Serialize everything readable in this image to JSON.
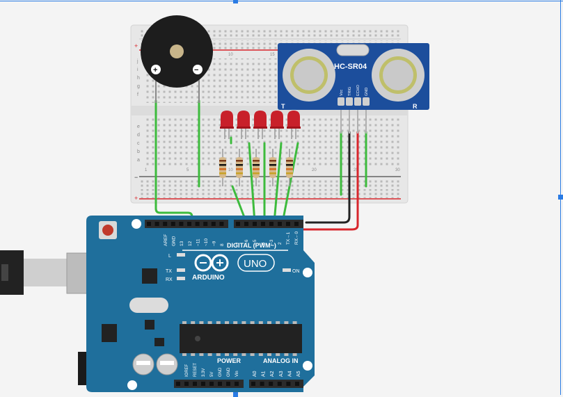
{
  "sensor": {
    "model": "HC-SR04",
    "pins": [
      "Vcc",
      "TRIG",
      "ECHO",
      "GND"
    ],
    "left_mark": "T",
    "right_mark": "R"
  },
  "buzzer": {
    "plus": "+",
    "minus": "−"
  },
  "breadboard": {
    "rows_top": [
      "j",
      "i",
      "h",
      "g",
      "f"
    ],
    "rows_bottom": [
      "e",
      "d",
      "c",
      "b",
      "a"
    ],
    "cols": [
      "1",
      "5",
      "10",
      "15",
      "20",
      "25",
      "30"
    ],
    "rail_plus": "+",
    "rail_minus": "−"
  },
  "arduino": {
    "logo_text": "ARDUINO",
    "model": "UNO",
    "digital_label": "DIGITAL (PWM~)",
    "power_label": "POWER",
    "analog_label": "ANALOG IN",
    "on_label": "ON",
    "l_label": "L",
    "tx_label": "TX",
    "rx_label": "RX",
    "top_pins": [
      "AREF",
      "GND",
      "13",
      "12",
      "~11",
      "~10",
      "~9",
      "8",
      "7",
      "~6",
      "~5",
      "4",
      "~3",
      "2",
      "TX→1",
      "RX←0"
    ],
    "power_pins": [
      "IOREF",
      "RESET",
      "3.3V",
      "5V",
      "GND",
      "GND",
      "Vin"
    ],
    "analog_pins": [
      "A0",
      "A1",
      "A2",
      "A3",
      "A4",
      "A5"
    ]
  },
  "colors": {
    "wire_green": "#3dbb3d",
    "wire_black": "#222222",
    "wire_red": "#d8262c",
    "board_blue": "#1f6f9c",
    "sensor_blue": "#1c4e9c",
    "led_red": "#c8202a"
  }
}
